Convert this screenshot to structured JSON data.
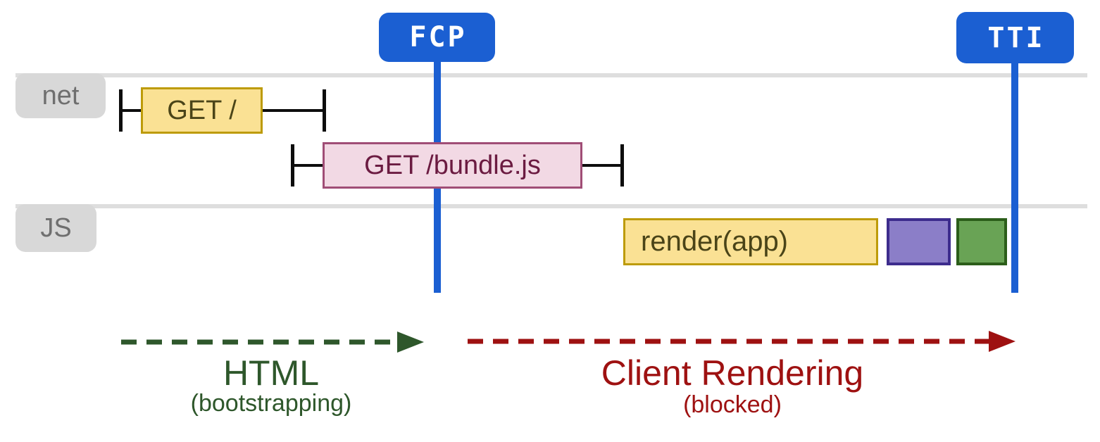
{
  "milestones": {
    "fcp": {
      "label": "FCP"
    },
    "tti": {
      "label": "TTI"
    }
  },
  "lanes": {
    "net": {
      "label": "net"
    },
    "js": {
      "label": "JS"
    }
  },
  "network": {
    "requests": [
      {
        "label": "GET /",
        "color_role": "yellow"
      },
      {
        "label": "GET /bundle.js",
        "color_role": "pink"
      }
    ]
  },
  "js_tasks": [
    {
      "label": "render(app)",
      "color_role": "yellow"
    },
    {
      "label": "",
      "color_role": "purple"
    },
    {
      "label": "",
      "color_role": "green"
    }
  ],
  "phases": [
    {
      "title": "HTML",
      "subtitle": "(bootstrapping)",
      "color_role": "phase-green"
    },
    {
      "title": "Client Rendering",
      "subtitle": "(blocked)",
      "color_role": "phase-red"
    }
  ],
  "colors": {
    "blue": "#1b5fd2",
    "badge-text": "#ffffff",
    "lane-line": "#dedede",
    "lane-label-bg": "#d8d8d8",
    "lane-label-text": "#6f6f6f",
    "whisker": "#0d0d0d",
    "yellow-fill": "#fae194",
    "yellow-border": "#bd9b09",
    "yellow-text": "#4a4418",
    "pink-fill": "#f2d9e4",
    "pink-border": "#a04d76",
    "pink-text": "#6b1b41",
    "purple-fill": "#8b7ec8",
    "purple-border": "#3d2c8d",
    "green-fill": "#69a355",
    "green-border": "#2c5e1a",
    "phase-green": "#2e572b",
    "phase-red": "#9e1111"
  }
}
